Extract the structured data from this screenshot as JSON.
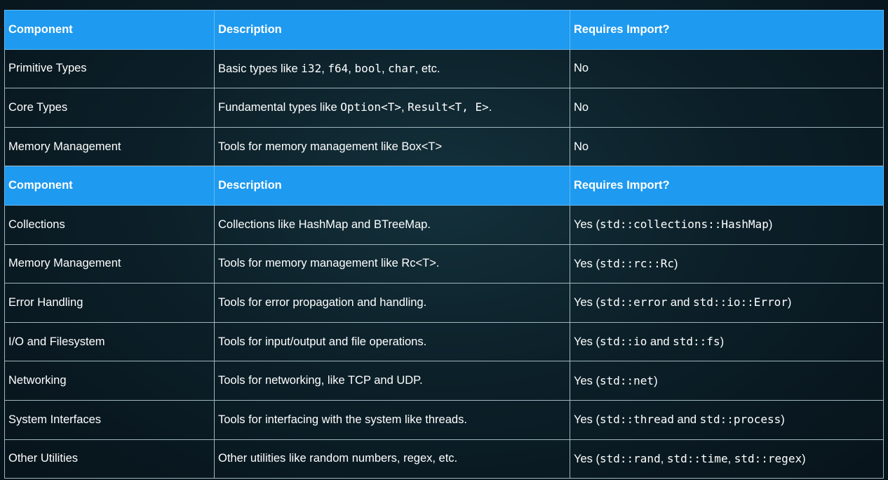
{
  "colors": {
    "header_bg": "#1e9af0",
    "background": "#0c2029",
    "grid": "#9fb6bd",
    "text": "#ffffff"
  },
  "tables": [
    {
      "headers": [
        "Component",
        "Description",
        "Requires Import?"
      ],
      "rows": [
        {
          "component": "Primitive Types",
          "description": [
            {
              "t": "Basic types like ",
              "code": false
            },
            {
              "t": "i32",
              "code": true
            },
            {
              "t": ", ",
              "code": false
            },
            {
              "t": "f64",
              "code": true
            },
            {
              "t": ", ",
              "code": false
            },
            {
              "t": "bool",
              "code": true
            },
            {
              "t": ", ",
              "code": false
            },
            {
              "t": "char",
              "code": true
            },
            {
              "t": ", etc.",
              "code": false
            }
          ],
          "requires": [
            {
              "t": "No",
              "code": false
            }
          ]
        },
        {
          "component": "Core Types",
          "description": [
            {
              "t": "Fundamental types like ",
              "code": false
            },
            {
              "t": "Option<T>",
              "code": true
            },
            {
              "t": ", ",
              "code": false
            },
            {
              "t": "Result<T, E>",
              "code": true
            },
            {
              "t": ".",
              "code": false
            }
          ],
          "requires": [
            {
              "t": "No",
              "code": false
            }
          ]
        },
        {
          "component": "Memory Management",
          "description": [
            {
              "t": "Tools for memory management like Box<T>",
              "code": false
            }
          ],
          "requires": [
            {
              "t": "No",
              "code": false
            }
          ]
        }
      ]
    },
    {
      "headers": [
        "Component",
        "Description",
        "Requires Import?"
      ],
      "rows": [
        {
          "component": "Collections",
          "description": [
            {
              "t": "Collections like HashMap and BTreeMap.",
              "code": false
            }
          ],
          "requires": [
            {
              "t": "Yes (",
              "code": false
            },
            {
              "t": "std::collections::HashMap",
              "code": true
            },
            {
              "t": ")",
              "code": false
            }
          ]
        },
        {
          "component": "Memory Management",
          "description": [
            {
              "t": "Tools for memory management like Rc<T>.",
              "code": false
            }
          ],
          "requires": [
            {
              "t": "Yes (",
              "code": false
            },
            {
              "t": "std::rc::Rc",
              "code": true
            },
            {
              "t": ")",
              "code": false
            }
          ]
        },
        {
          "component": "Error Handling",
          "description": [
            {
              "t": "Tools for error propagation and handling.",
              "code": false
            }
          ],
          "requires": [
            {
              "t": "Yes (",
              "code": false
            },
            {
              "t": "std::error",
              "code": true
            },
            {
              "t": " and ",
              "code": false
            },
            {
              "t": "std::io::Error",
              "code": true
            },
            {
              "t": ")",
              "code": false
            }
          ]
        },
        {
          "component": "I/O and Filesystem",
          "description": [
            {
              "t": "Tools for input/output and file operations.",
              "code": false
            }
          ],
          "requires": [
            {
              "t": "Yes (",
              "code": false
            },
            {
              "t": "std::io",
              "code": true
            },
            {
              "t": " and ",
              "code": false
            },
            {
              "t": "std::fs",
              "code": true
            },
            {
              "t": ")",
              "code": false
            }
          ]
        },
        {
          "component": "Networking",
          "description": [
            {
              "t": "Tools for networking, like TCP and UDP.",
              "code": false
            }
          ],
          "requires": [
            {
              "t": "Yes (",
              "code": false
            },
            {
              "t": "std::net",
              "code": true
            },
            {
              "t": ")",
              "code": false
            }
          ]
        },
        {
          "component": "System Interfaces",
          "description": [
            {
              "t": "Tools for interfacing with the system like threads.",
              "code": false
            }
          ],
          "requires": [
            {
              "t": "Yes (",
              "code": false
            },
            {
              "t": "std::thread",
              "code": true
            },
            {
              "t": " and ",
              "code": false
            },
            {
              "t": "std::process",
              "code": true
            },
            {
              "t": ")",
              "code": false
            }
          ]
        },
        {
          "component": "Other Utilities",
          "description": [
            {
              "t": "Other utilities like random numbers, regex, etc.",
              "code": false
            }
          ],
          "requires": [
            {
              "t": "Yes (",
              "code": false
            },
            {
              "t": "std::rand",
              "code": true
            },
            {
              "t": ", ",
              "code": false
            },
            {
              "t": "std::time",
              "code": true
            },
            {
              "t": ", ",
              "code": false
            },
            {
              "t": "std::regex",
              "code": true
            },
            {
              "t": ")",
              "code": false
            }
          ]
        }
      ]
    }
  ]
}
